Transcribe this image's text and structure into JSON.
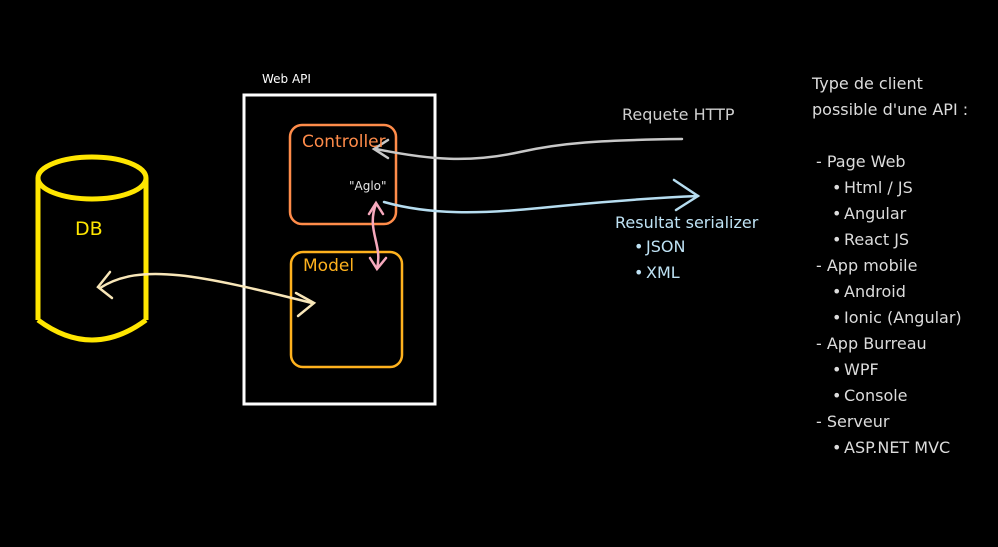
{
  "web_api_label": "Web API",
  "controller_label": "Controller",
  "controller_data_label": "\"Aglo\"",
  "model_label": "Model",
  "db_label": "DB",
  "request_label": "Requete HTTP",
  "result": {
    "label": "Resultat serializer",
    "formats": [
      "JSON",
      "XML"
    ]
  },
  "clients": {
    "title_line1": "Type de client",
    "title_line2": "possible d'une API :",
    "categories": [
      {
        "label": "- Page Web",
        "items": [
          "Html / JS",
          "Angular",
          "React JS"
        ]
      },
      {
        "label": "- App mobile",
        "items": [
          "Android",
          "Ionic (Angular)"
        ]
      },
      {
        "label": "- App Burreau",
        "items": [
          "WPF",
          "Console"
        ]
      },
      {
        "label": "- Serveur",
        "items": [
          "ASP.NET MVC"
        ]
      }
    ]
  },
  "colors": {
    "web_api_box": "#ffffff",
    "controller": "#ff8c4a",
    "model": "#ffb21e",
    "db": "#ffe600",
    "request_arrow": "#c8c8c8",
    "response_arrow": "#b6ddf0",
    "db_model_arrow": "#f8e6b8",
    "controller_model_arrow": "#f6a9bd"
  },
  "bullet_symbol": "•"
}
